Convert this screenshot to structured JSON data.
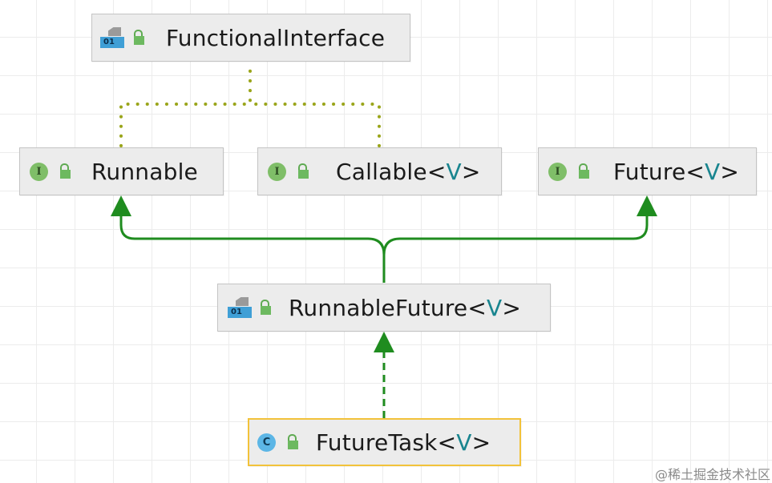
{
  "diagram": {
    "nodes": {
      "functional_interface": {
        "name": "FunctionalInterface",
        "kind": "annotation"
      },
      "runnable": {
        "name": "Runnable",
        "kind": "interface",
        "badge": "I"
      },
      "callable": {
        "name": "Callable",
        "type_param": "V",
        "kind": "interface",
        "badge": "I"
      },
      "future": {
        "name": "Future",
        "type_param": "V",
        "kind": "interface",
        "badge": "I"
      },
      "runnable_future": {
        "name": "RunnableFuture",
        "type_param": "V",
        "kind": "annotation"
      },
      "future_task": {
        "name": "FutureTask",
        "type_param": "V",
        "kind": "class",
        "badge": "C",
        "selected": true
      }
    },
    "annotation_icon_text": "01",
    "edges": [
      {
        "from": "runnable",
        "to": "functional_interface",
        "style": "dotted"
      },
      {
        "from": "callable",
        "to": "functional_interface",
        "style": "dotted"
      },
      {
        "from": "runnable_future",
        "to": "runnable",
        "style": "solid"
      },
      {
        "from": "runnable_future",
        "to": "future",
        "style": "solid"
      },
      {
        "from": "future_task",
        "to": "runnable_future",
        "style": "dashed"
      }
    ]
  },
  "watermark": "@稀土掘金技术社区",
  "colors": {
    "node_bg": "#ececec",
    "node_border": "#c4c4c4",
    "selected_border": "#f2c23a",
    "arrow_green": "#1f8c1f",
    "dotted_olive": "#9aa51a",
    "type_param": "#19858f",
    "interface_badge": "#7fbe68",
    "class_badge": "#5cb6e6"
  }
}
